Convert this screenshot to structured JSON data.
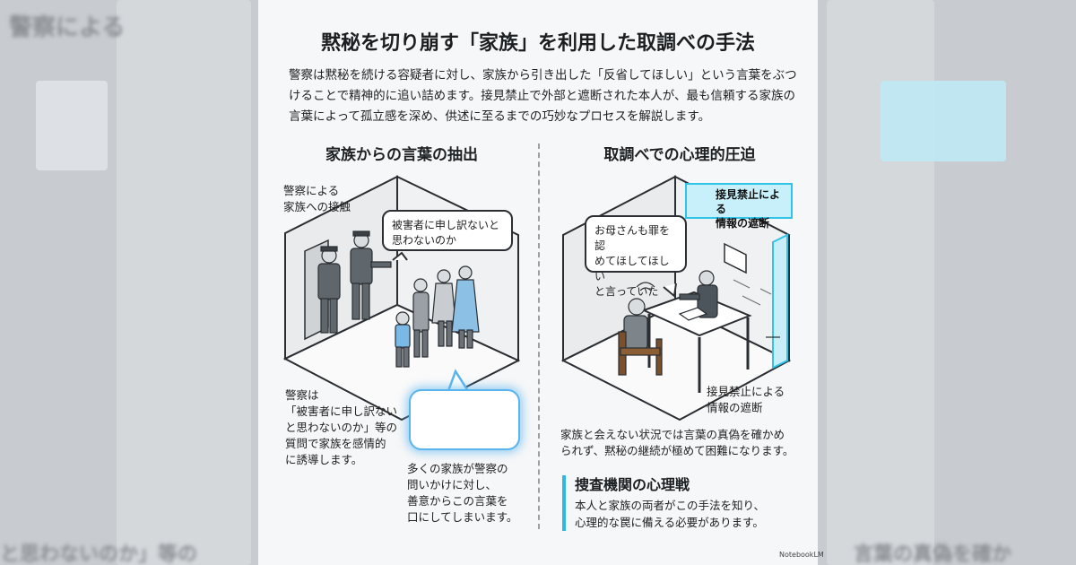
{
  "title": "黙秘を切り崩す「家族」を利用した取調べの手法",
  "intro": "警察は黙秘を続ける容疑者に対し、家族から引き出した「反省してほしい」という言葉をぶつけることで精神的に追い詰めます。接見禁止で外部と遮断された本人が、最も信頼する家族の言葉によって孤立感を深め、供述に至るまでの巧妙なプロセスを解説します。",
  "left": {
    "heading": "家族からの言葉の抽出",
    "label_contact": "警察による\n家族への接触",
    "bubble": "被害者に申し訳ないと\n思わないのか",
    "caption_police": "警察は\n「被害者に申し訳ない\nと思わないのか」等の\n質問で家族を感情的\nに誘導します。",
    "caption_family": "多くの家族が警察の\n問いかけに対し、\n善意からこの言葉を\n口にしてしまいます。"
  },
  "right": {
    "heading": "取調べでの心理的圧迫",
    "tag": "接見禁止による\n情報の遮断",
    "bubble": "お母さんも罪を認\nめてほしてほしい\nと言っていた",
    "label_wall": "接見禁止による\n情報の遮断",
    "caption": "家族と会えない状況では言葉の真偽を確かめ\nられず、黙秘の継続が極めて困難になります。",
    "psy_title": "捜査機関の心理戦",
    "psy_body": "本人と家族の両者がこの手法を知り、\n心理的な罠に備える必要があります。"
  },
  "watermark": "NotebookLM",
  "background": {
    "left_text": "警察による",
    "left_bottom": "と思わないのか」等の",
    "right_bottom": "言葉の真偽を確か"
  },
  "colors": {
    "accent": "#30b7e5",
    "tag_fill": "#c7f0fb",
    "glow": "#5ab4ee"
  }
}
